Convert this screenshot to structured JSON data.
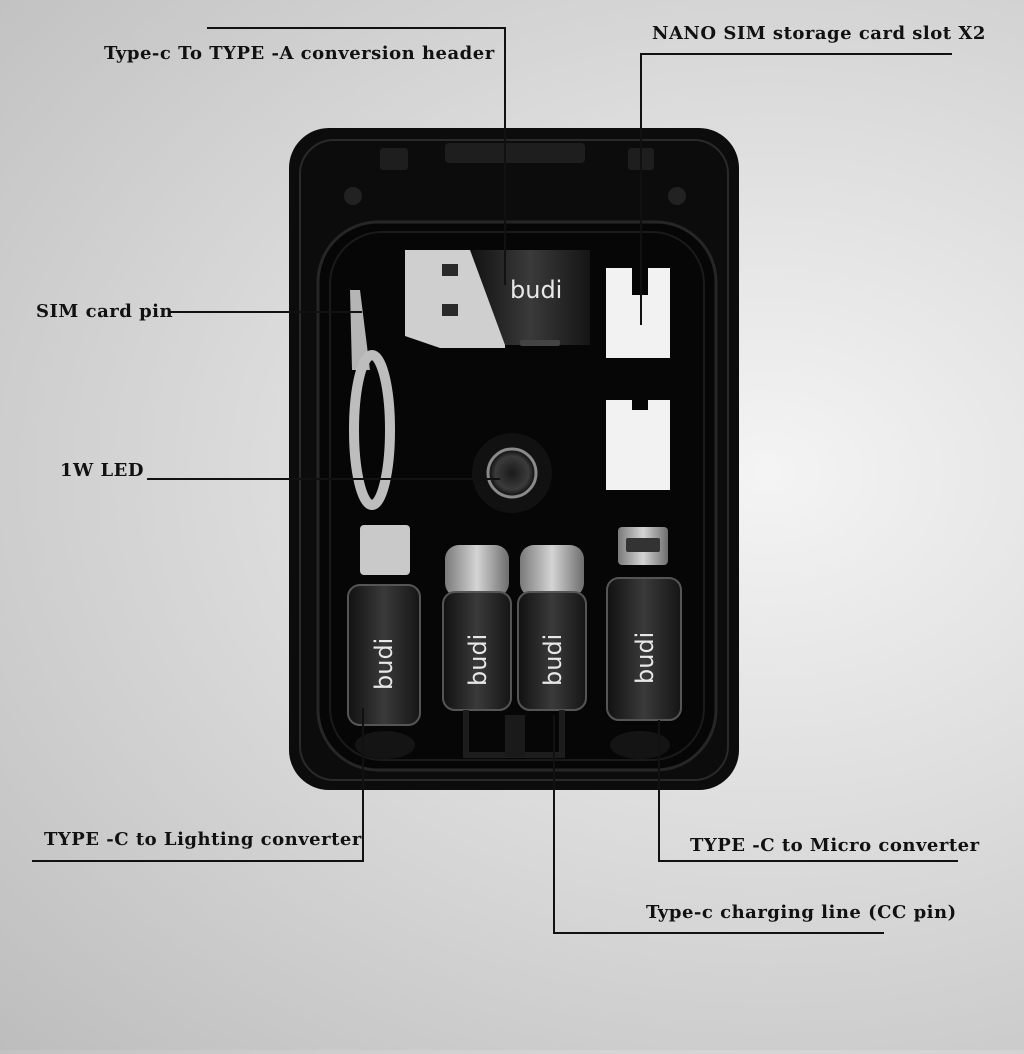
{
  "callouts": {
    "usb_a_header": "Type-c To TYPE -A conversion header",
    "sim_slot": "NANO SIM storage card slot X2",
    "sim_pin": "SIM card pin",
    "led": "1W LED",
    "lightning_converter": "TYPE -C to Lighting converter",
    "micro_converter": "TYPE -C to Micro converter",
    "charging_line": "Type-c charging line (CC pin)"
  },
  "product": {
    "brand": "budi"
  },
  "colors": {
    "case": "#0c0c0c",
    "adapter": "#2b2b2b",
    "sim_slot": "#f2f2f2",
    "leader_line": "#111111"
  }
}
